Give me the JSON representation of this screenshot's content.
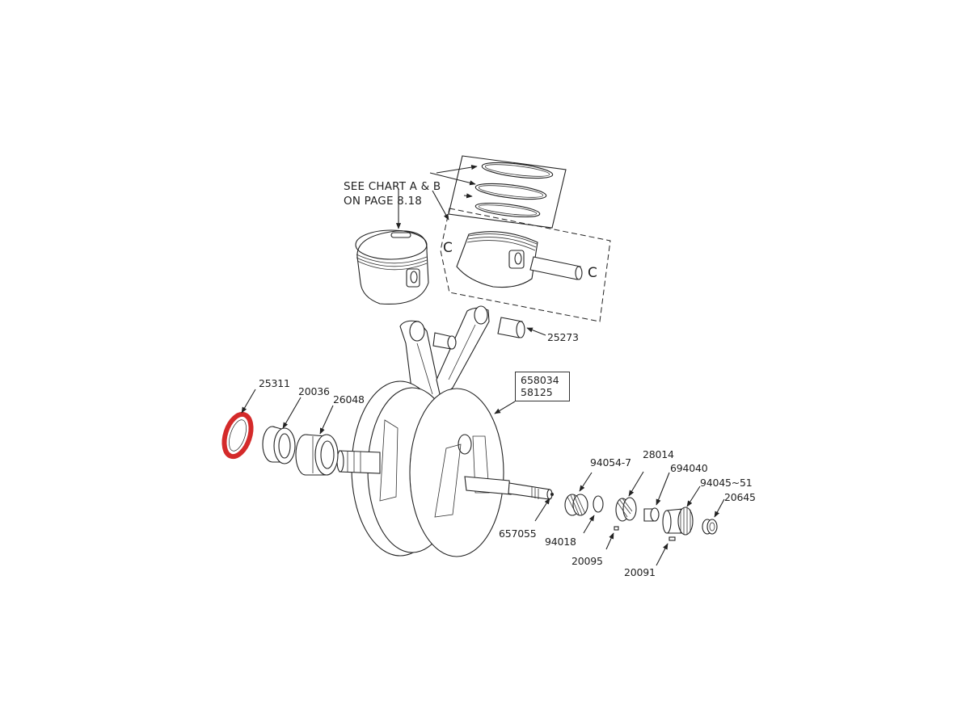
{
  "diagram": {
    "type": "exploded-parts-diagram",
    "subject": "crankshaft / flywheel assembly",
    "highlight_color": "#d42a2a",
    "line_color": "#222222",
    "background": "#ffffff",
    "note": {
      "line1": "SEE CHART A & B",
      "line2": "ON PAGE 8.18"
    },
    "boxed_label": {
      "line1": "658034",
      "line2": "58125"
    },
    "part_labels": [
      {
        "id": "p25311",
        "text": "25311",
        "highlighted": true
      },
      {
        "id": "p20036",
        "text": "20036"
      },
      {
        "id": "p26048",
        "text": "26048"
      },
      {
        "id": "p25273",
        "text": "25273"
      },
      {
        "id": "p657055",
        "text": "657055"
      },
      {
        "id": "p94054",
        "text": "94054-7"
      },
      {
        "id": "p94018",
        "text": "94018"
      },
      {
        "id": "p28014",
        "text": "28014"
      },
      {
        "id": "p20095",
        "text": "20095"
      },
      {
        "id": "p694040",
        "text": "694040"
      },
      {
        "id": "p94045",
        "text": "94045~51"
      },
      {
        "id": "p20645",
        "text": "20645"
      },
      {
        "id": "p20091",
        "text": "20091"
      }
    ],
    "inset_marks": {
      "clip_left": "C",
      "clip_right": "C"
    }
  }
}
